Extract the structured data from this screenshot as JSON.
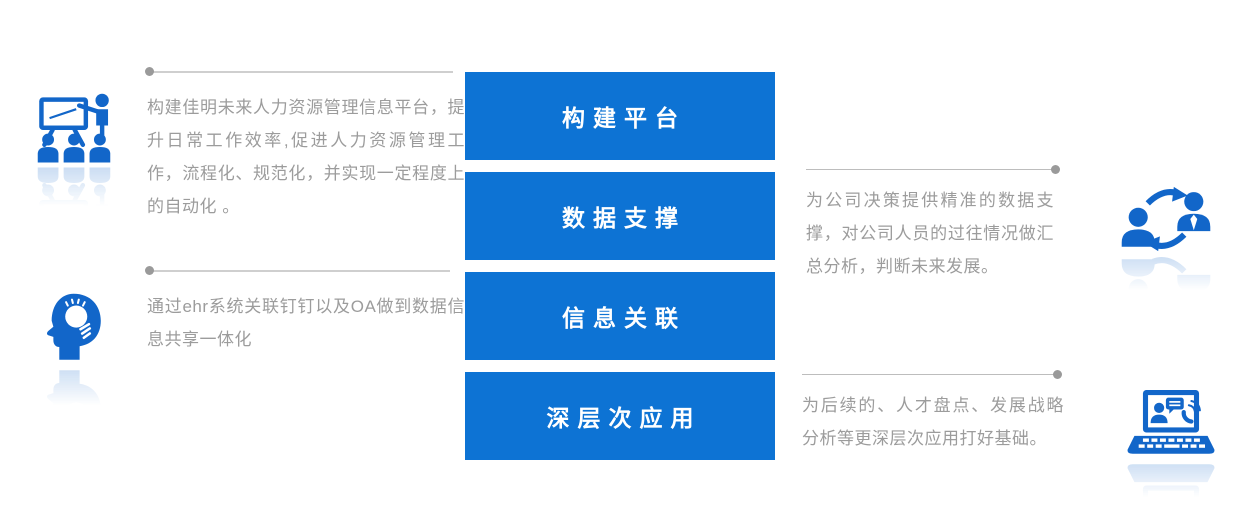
{
  "colors": {
    "box_blue": "#0d73d4",
    "icon_blue": "#1266c9",
    "text_gray": "#9c9c9c",
    "line_gray": "#cfcfcf",
    "dot_gray": "#9a9a9a"
  },
  "center_boxes": [
    {
      "label": "构建平台"
    },
    {
      "label": "数据支撑"
    },
    {
      "label": "信息关联"
    },
    {
      "label": "深层次应用"
    }
  ],
  "left_blocks": [
    {
      "icon": "presentation-training-icon",
      "text": "构建佳明未来人力资源管理信息平台，提升日常工作效率,促进人力资源管理工作，流程化、规范化，并实现一定程度上的自动化 。"
    },
    {
      "icon": "idea-head-lightbulb-icon",
      "text": "通过ehr系统关联钉钉以及OA做到数据信息共享一体化"
    }
  ],
  "right_blocks": [
    {
      "icon": "people-exchange-icon",
      "text": "为公司决策提供精准的数据支撑，对公司人员的过往情况做汇总分析，判断未来发展。"
    },
    {
      "icon": "laptop-communication-icon",
      "text": "为后续的、人才盘点、发展战略分析等更深层次应用打好基础。"
    }
  ]
}
